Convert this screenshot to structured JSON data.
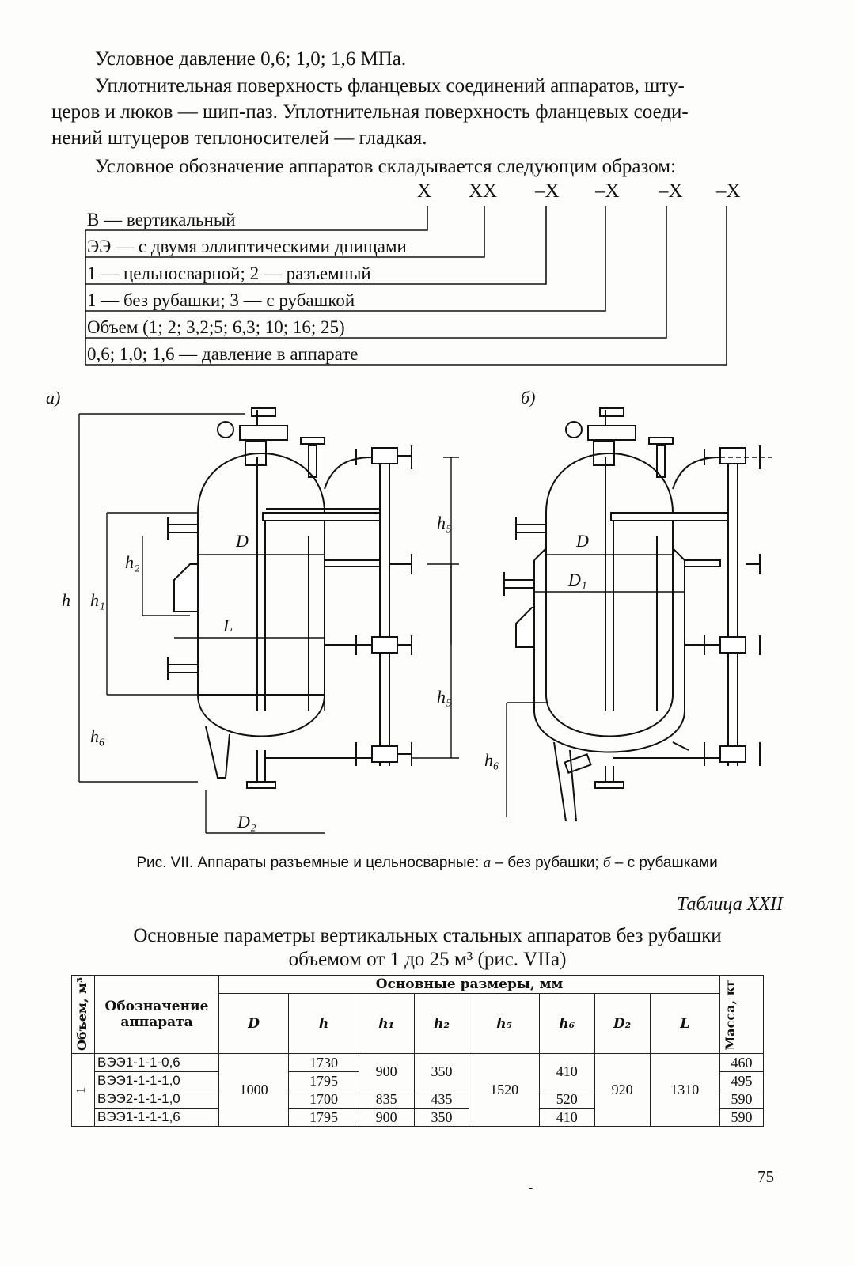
{
  "paragraphs": {
    "p1": "Условное давление 0,6; 1,0; 1,6 МПа.",
    "p2_line1": "Уплотнительная поверхность фланцевых соединений аппаратов, шту-",
    "p2_line2": "церов и люков — шип-паз. Уплотнительная поверхность фланцевых соеди-",
    "p2_line3": "нений штуцеров теплоносителей — гладкая.",
    "p4": "Условное обозначение аппаратов складывается следующим образом:"
  },
  "scheme": {
    "code": [
      "X",
      "XX",
      "–X",
      "–X",
      "–X",
      "–X"
    ],
    "rows": [
      "В — вертикальный",
      "ЭЭ — с двумя эллиптическими днищами",
      "1 — цельносварной; 2 — разъемный",
      "1 — без рубашки; 3 — с рубашкой",
      "Объем (1; 2; 3,2;5; 6,3; 10; 16; 25)",
      "0,6; 1,0; 1,6 — давление в аппарате"
    ]
  },
  "figure": {
    "label_a": "а)",
    "label_b": "б)",
    "dims_a": {
      "h": "h",
      "h1": "h₁",
      "h2": "h₂",
      "h5a": "h₅",
      "h5b": "h₅",
      "h6": "h₆",
      "D": "D",
      "L": "L",
      "D2": "D₂"
    },
    "dims_b": {
      "D": "D",
      "D1": "D₁",
      "h6": "h₆"
    },
    "caption_prefix": "Рис. VII. Аппараты разъемные и цельносварные: ",
    "caption_a": "а",
    "caption_mid": " – без рубашки; ",
    "caption_b": "б",
    "caption_end": " – с рубашками"
  },
  "table": {
    "label": "Таблица XXII",
    "title_line1": "Основные параметры вертикальных стальных аппаратов без рубашки",
    "title_line2": "объемом от 1 до 25 м³ (рис. VIIа)",
    "header_volume": "Объем, м³",
    "header_designation": "Обозначение аппарата",
    "header_group": "Основные размеры, мм",
    "header_mass": "Масса, кг",
    "columns": [
      "D",
      "h",
      "h₁",
      "h₂",
      "h₅",
      "h₆",
      "D₂",
      "L"
    ],
    "volume": "1",
    "rows": [
      {
        "designation": "ВЭЭ1-1-1-0,6",
        "h": "1730",
        "mass": "460"
      },
      {
        "designation": "ВЭЭ1-1-1-1,0",
        "h": "1795",
        "mass": "495"
      },
      {
        "designation": "ВЭЭ2-1-1-1,0",
        "h": "1700",
        "mass": "590"
      },
      {
        "designation": "ВЭЭ1-1-1-1,6",
        "h": "1795",
        "mass": "590"
      }
    ],
    "merged": {
      "D": "1000",
      "h1_top": "900",
      "h2_top": "350",
      "h1_row3": "835",
      "h2_row3": "435",
      "h1_row4": "900",
      "h2_row4": "350",
      "h5": "1520",
      "h6_top": "410",
      "h6_row3": "520",
      "h6_row4": "410",
      "D2": "920",
      "L": "1310"
    }
  },
  "page_number": "75",
  "stray_mark": "-"
}
